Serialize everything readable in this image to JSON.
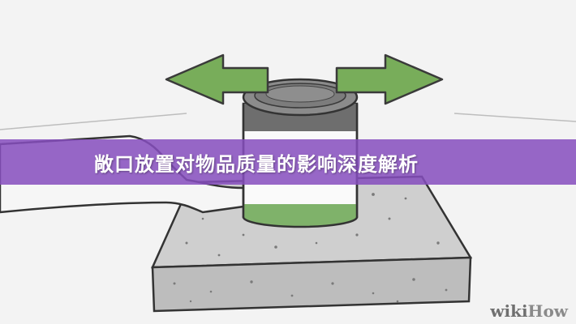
{
  "banner": {
    "title": "敞口放置对物品质量的影响深度解析"
  },
  "watermark": {
    "wiki": "wiki",
    "how": "How"
  },
  "colors": {
    "banner": "#864ebe",
    "arrow_fill": "#78ad5a",
    "arrow_stroke": "#3a3a3a",
    "can_green": "#7fb26a",
    "slab": "#c9c9c9"
  },
  "illustration": {
    "icons": [
      "arrow-left-icon",
      "arrow-right-icon",
      "can-icon",
      "hand-icon",
      "concrete-slab-icon"
    ]
  }
}
